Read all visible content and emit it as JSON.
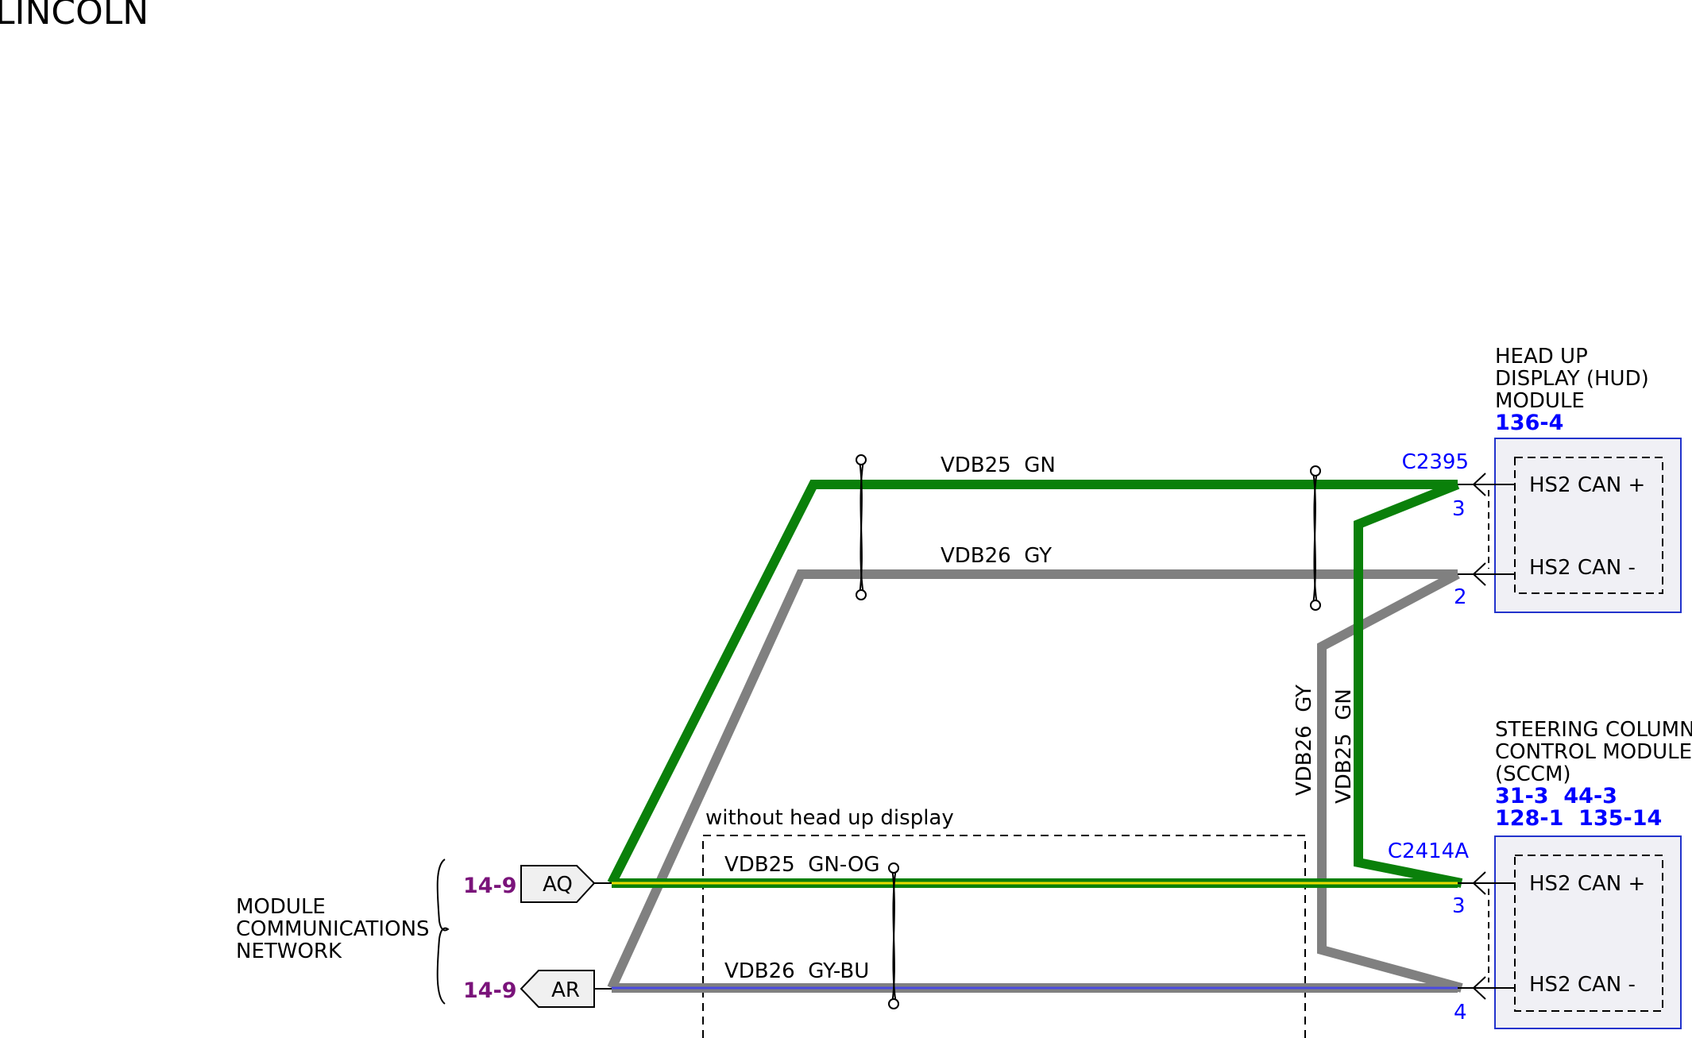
{
  "brand": "LINCOLN",
  "colors": {
    "green": "#0a800a",
    "gray": "#808080",
    "yellow": "#e8dc00",
    "blue": "#4a4ae0",
    "ref_blue": "#0000ff",
    "purple": "#7a137a",
    "module_fill": "#f0f0f5",
    "module_border": "#2233cc"
  },
  "network": {
    "label_lines": [
      "MODULE",
      "COMMUNICATIONS",
      "NETWORK"
    ],
    "connectors": [
      {
        "ref": "14-9",
        "tag": "AQ"
      },
      {
        "ref": "14-9",
        "tag": "AR"
      }
    ]
  },
  "wires": {
    "top_green": "VDB25  GN",
    "top_gray": "VDB26  GY",
    "vertical_gray": "VDB26  GY",
    "vertical_green": "VDB25  GN",
    "bottom_gnog": "VDB25  GN-OG",
    "bottom_gybu": "VDB26  GY-BU"
  },
  "option_box": {
    "label": "without head up display"
  },
  "hud": {
    "title_lines": [
      "HEAD UP",
      "DISPLAY (HUD)",
      "MODULE"
    ],
    "refs": "136-4",
    "connector": "C2395",
    "pins": [
      {
        "num": "3",
        "signal": "HS2 CAN +"
      },
      {
        "num": "2",
        "signal": "HS2 CAN -"
      }
    ]
  },
  "sccm": {
    "title_lines": [
      "STEERING COLUMN",
      "CONTROL MODULE",
      "(SCCM)"
    ],
    "ref_lines": [
      "31-3  44-3",
      "128-1  135-14"
    ],
    "connector": "C2414A",
    "pins": [
      {
        "num": "3",
        "signal": "HS2 CAN +"
      },
      {
        "num": "4",
        "signal": "HS2 CAN -"
      }
    ]
  }
}
